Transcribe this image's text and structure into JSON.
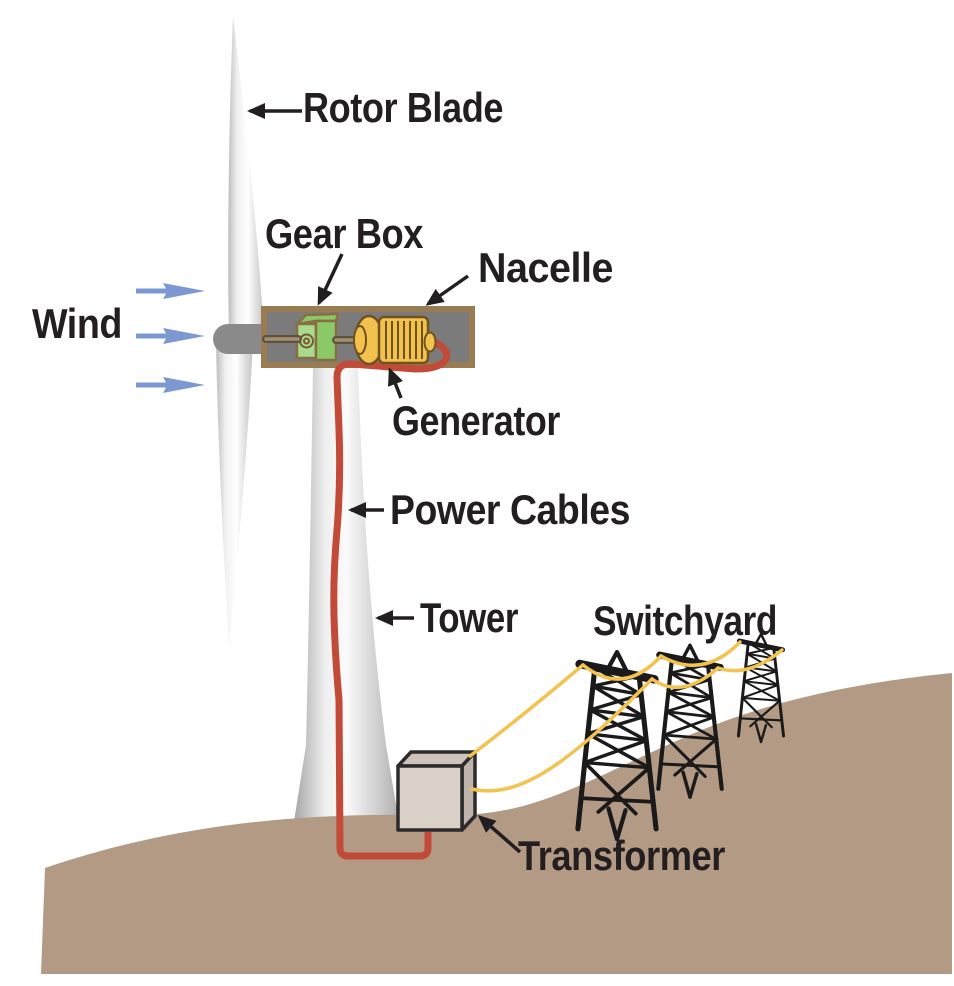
{
  "diagram": {
    "labels": {
      "rotor_blade": "Rotor Blade",
      "wind": "Wind",
      "gear_box": "Gear Box",
      "nacelle": "Nacelle",
      "generator": "Generator",
      "power_cables": "Power Cables",
      "tower": "Tower",
      "switchyard": "Switchyard",
      "transformer": "Transformer"
    },
    "colors": {
      "label_text": "#231F20",
      "ground_tan": "#B29A85",
      "power_cable_red": "#C14A38",
      "switchyard_wire_yellow": "#F3C24F",
      "wind_arrow_blue": "#7C98D3",
      "nacelle_fill": "#7B7B7B",
      "nacelle_border": "#9A7C52",
      "gearbox_green": "#8BC866",
      "gearbox_green_light": "#A8DB8D",
      "generator_gold": "#F2C14E",
      "generator_outline": "#6E531F",
      "pylon_black": "#1A1A1A",
      "hub_gray": "#8A8A8A"
    }
  }
}
